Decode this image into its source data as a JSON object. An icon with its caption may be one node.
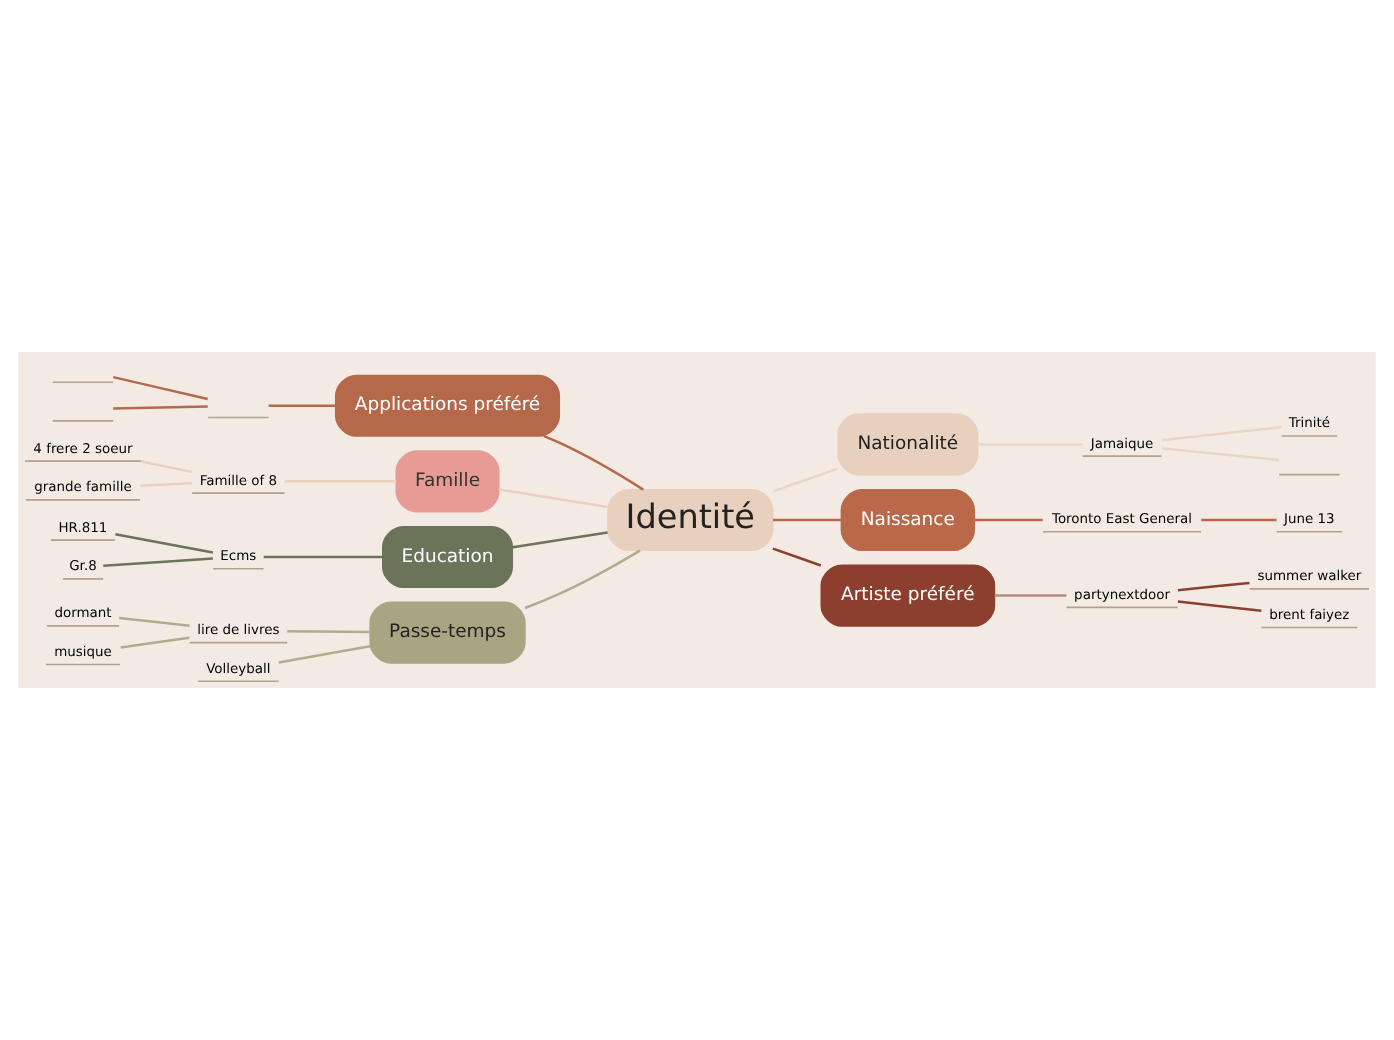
{
  "diagram": {
    "nodes": [
      {
        "text": [
          "Identité"
        ]
      },
      {
        "text": [
          "Applications préféré"
        ]
      },
      {
        "text": [],
        "shape": "line"
      },
      {
        "text": [],
        "shape": "line"
      },
      {
        "text": [],
        "shape": "line"
      },
      {
        "text": [
          "Famille"
        ]
      },
      {
        "text": [
          "Famille of 8"
        ]
      },
      {
        "text": [
          "4 frere 2 soeur"
        ]
      },
      {
        "text": [
          "grande famille"
        ]
      },
      {
        "text": [
          "Education"
        ]
      },
      {
        "text": [
          "Ecms"
        ]
      },
      {
        "text": [
          "HR.811"
        ]
      },
      {
        "text": [
          "Gr.8"
        ]
      },
      {
        "text": [
          "Passe-temps"
        ]
      },
      {
        "text": [
          "lire de livres"
        ]
      },
      {
        "text": [
          "dormant"
        ]
      },
      {
        "text": [
          "musique"
        ]
      },
      {
        "text": [
          "Volleyball"
        ]
      },
      {
        "text": [
          "Nationalité"
        ]
      },
      {
        "text": [
          "Jamaique"
        ]
      },
      {
        "text": [
          "Trinité"
        ]
      },
      {
        "text": [],
        "shape": "line"
      },
      {
        "text": [
          "Naissance"
        ]
      },
      {
        "text": [
          "Toronto East General"
        ]
      },
      {
        "text": [
          "June 13"
        ]
      },
      {
        "text": [
          "Artiste préféré"
        ]
      },
      {
        "text": [
          "partynextdoor"
        ]
      },
      {
        "text": [
          "summer walker"
        ]
      },
      {
        "text": [
          "brent faiyez"
        ]
      }
    ],
    "edges": [
      {
        "from": 0,
        "to": 1,
        "arrow": "none",
        "color": "#b5694a"
      },
      {
        "from": 1,
        "to": 2,
        "arrow": "none",
        "color": "#b5694a"
      },
      {
        "from": 2,
        "to": 3,
        "arrow": "none",
        "color": "#b5694a"
      },
      {
        "from": 2,
        "to": 4,
        "arrow": "none",
        "color": "#b5694a"
      },
      {
        "from": 0,
        "to": 5,
        "arrow": "none",
        "color": "#ecd0bf"
      },
      {
        "from": 5,
        "to": 6,
        "arrow": "none",
        "color": "#ecd0bf"
      },
      {
        "from": 6,
        "to": 7,
        "arrow": "none",
        "color": "#ecd0bf"
      },
      {
        "from": 6,
        "to": 8,
        "arrow": "none",
        "color": "#ecd0bf"
      },
      {
        "from": 0,
        "to": 9,
        "arrow": "none",
        "color": "#6b7358"
      },
      {
        "from": 9,
        "to": 10,
        "arrow": "none",
        "color": "#6b7358"
      },
      {
        "from": 10,
        "to": 11,
        "arrow": "none",
        "color": "#6b7358"
      },
      {
        "from": 10,
        "to": 12,
        "arrow": "none",
        "color": "#6b7358"
      },
      {
        "from": 0,
        "to": 13,
        "arrow": "none",
        "color": "#b4aa8e"
      },
      {
        "from": 13,
        "to": 14,
        "arrow": "none",
        "color": "#b4aa8e"
      },
      {
        "from": 14,
        "to": 15,
        "arrow": "none",
        "color": "#b4aa8e"
      },
      {
        "from": 14,
        "to": 16,
        "arrow": "none",
        "color": "#b4aa8e"
      },
      {
        "from": 13,
        "to": 17,
        "arrow": "none",
        "color": "#b4aa8e"
      },
      {
        "from": 0,
        "to": 18,
        "arrow": "none",
        "color": "#ead5c6"
      },
      {
        "from": 18,
        "to": 19,
        "arrow": "none",
        "color": "#ead5c6"
      },
      {
        "from": 19,
        "to": 20,
        "arrow": "none",
        "color": "#ead5c6"
      },
      {
        "from": 19,
        "to": 21,
        "arrow": "none",
        "color": "#ead5c6"
      },
      {
        "from": 0,
        "to": 22,
        "arrow": "none",
        "color": "#b9694a"
      },
      {
        "from": 22,
        "to": 23,
        "arrow": "none",
        "color": "#b9694a"
      },
      {
        "from": 23,
        "to": 24,
        "arrow": "none",
        "color": "#b9694a"
      },
      {
        "from": 0,
        "to": 25,
        "arrow": "none",
        "color": "#8c3f2f"
      },
      {
        "from": 25,
        "to": 26,
        "arrow": "none",
        "color": "#b98a7e"
      },
      {
        "from": 26,
        "to": 27,
        "arrow": "none",
        "color": "#8c3f2f"
      },
      {
        "from": 26,
        "to": 28,
        "arrow": "none",
        "color": "#8c3f2f"
      }
    ]
  }
}
